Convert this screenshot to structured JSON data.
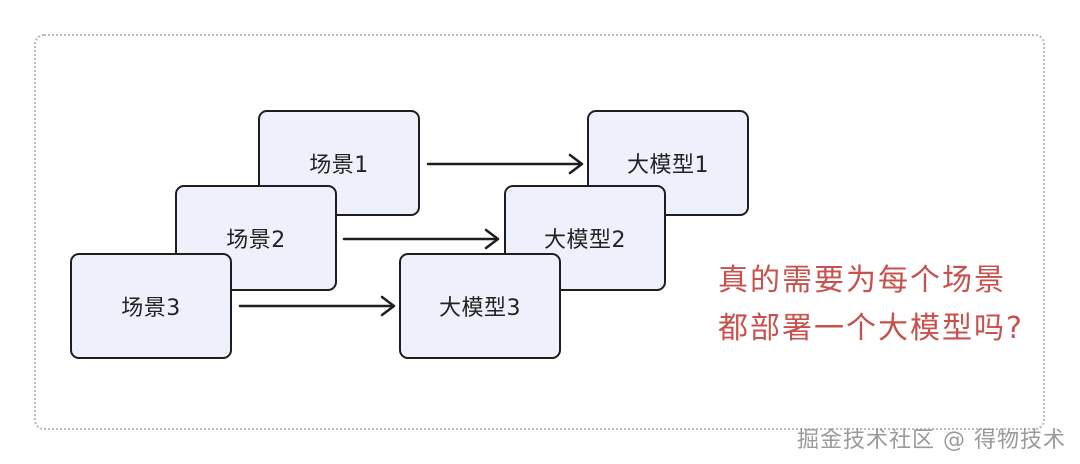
{
  "scenes": [
    "场景1",
    "场景2",
    "场景3"
  ],
  "models": [
    "大模型1",
    "大模型2",
    "大模型3"
  ],
  "question": {
    "line1": "真的需要为每个场景",
    "line2": "都部署一个大模型吗?"
  },
  "watermark": "掘金技术社区 @ 得物技术",
  "colors": {
    "box_fill": "#eef1fb",
    "box_border": "#1e1e1e",
    "question_text": "#c8504d",
    "frame_border": "#b9b9b9"
  }
}
